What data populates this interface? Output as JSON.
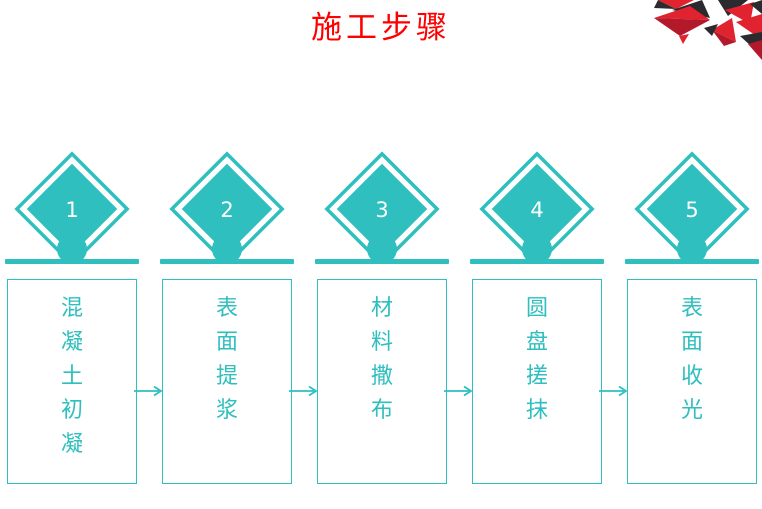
{
  "slide": {
    "title": "施工步骤",
    "title_color": "#FF0000",
    "background": "#ffffff",
    "accent_color": "#2EBFBE",
    "deco_colors": [
      "#E1222F",
      "#2B2B2F",
      "#B3192A"
    ]
  },
  "steps": [
    {
      "number": "1",
      "label": "混凝土初凝",
      "chars": [
        "混",
        "凝",
        "土",
        "初",
        "凝"
      ],
      "has_arrow_after": true
    },
    {
      "number": "2",
      "label": "表面提浆",
      "chars": [
        "表",
        "面",
        "提",
        "浆"
      ],
      "has_arrow_after": true
    },
    {
      "number": "3",
      "label": "材料撒布",
      "chars": [
        "材",
        "料",
        "撒",
        "布"
      ],
      "has_arrow_after": true
    },
    {
      "number": "4",
      "label": "圆盘搓抹",
      "chars": [
        "圆",
        "盘",
        "搓",
        "抹"
      ],
      "has_arrow_after": true
    },
    {
      "number": "5",
      "label": "表面收光",
      "chars": [
        "表",
        "面",
        "收",
        "光"
      ],
      "has_arrow_after": false
    }
  ]
}
